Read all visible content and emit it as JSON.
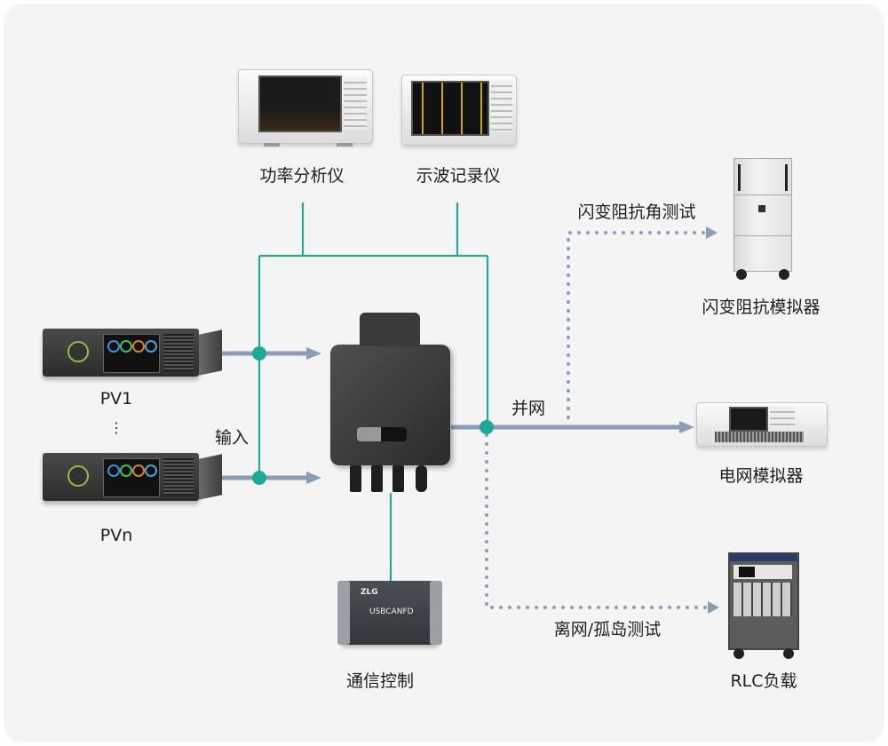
{
  "title": "微型逆变器测试系统连接示意图",
  "devices": {
    "power_analyzer": {
      "label": "功率分析仪"
    },
    "oscillograph": {
      "label": "示波记录仪"
    },
    "pv1": {
      "label": "PV1"
    },
    "pv_ellipsis": {
      "label": "⋮"
    },
    "pvn": {
      "label": "PVn"
    },
    "inverter": {
      "label": ""
    },
    "impedance_simulator": {
      "label": "闪变阻抗模拟器"
    },
    "grid_simulator": {
      "label": "电网模拟器"
    },
    "rlc_load": {
      "label": "RLC负载"
    },
    "can_interface": {
      "label": "通信控制",
      "brand": "ZLG",
      "model": "USBCANFD"
    }
  },
  "connections": {
    "input": {
      "label": "输入"
    },
    "grid_tie": {
      "label": "并网"
    },
    "flicker_test": {
      "label": "闪变阻抗角测试"
    },
    "island_test": {
      "label": "离网/孤岛测试"
    }
  },
  "colors": {
    "measure_line": "#2aa597",
    "power_line": "#8b9cb5",
    "node": "#1fa896",
    "background": "#f4f4f4"
  }
}
